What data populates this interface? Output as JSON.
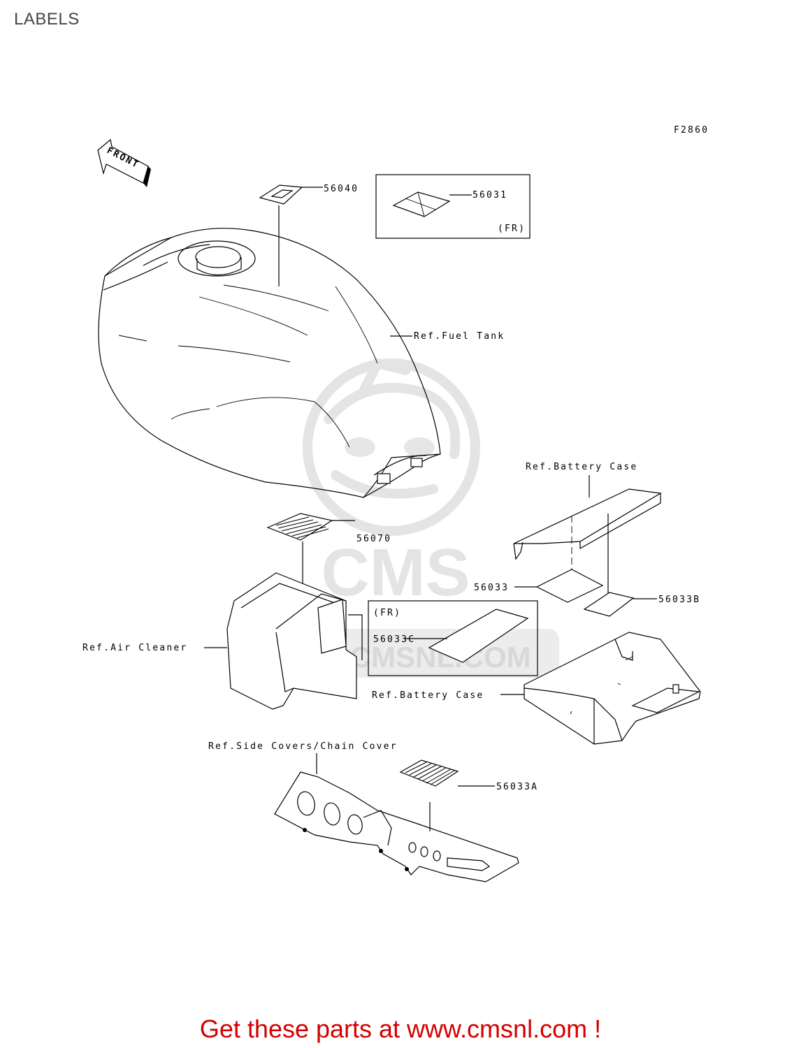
{
  "page": {
    "title": "LABELS",
    "figure_code": "F2860",
    "footer_text": "Get these parts at www.cmsnl.com !"
  },
  "watermark": {
    "brand": "CMS",
    "url": "WWW.CMSNL.COM"
  },
  "diagram": {
    "front_arrow_label": "FRONT",
    "parts": {
      "p56040": "56040",
      "p56031": "56031",
      "p56070": "56070",
      "p56033": "56033",
      "p56033B": "56033B",
      "p56033C": "56033C",
      "p56033A": "56033A"
    },
    "references": {
      "fuel_tank": "Ref.Fuel Tank",
      "battery_case_top": "Ref.Battery Case",
      "air_cleaner": "Ref.Air Cleaner",
      "battery_case_bottom": "Ref.Battery Case",
      "side_covers": "Ref.Side Covers/Chain Cover"
    },
    "region_notes": {
      "fr_box1": "(FR)",
      "fr_box2": "(FR)"
    }
  },
  "colors": {
    "footer": "#d40000",
    "watermark": "#e2e2e2",
    "line": "#000000"
  }
}
